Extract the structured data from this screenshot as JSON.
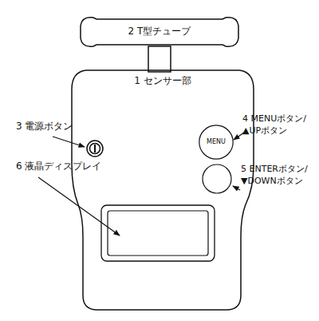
{
  "diagram": {
    "nodes": [
      {
        "text": [
          "2 T型チューブ"
        ]
      },
      {
        "text": [
          "1 センサー部"
        ]
      },
      {
        "text": [
          "MENU"
        ],
        "in": 1
      }
    ],
    "labels": [
      "3 電源ボタン",
      "4 MENUボタン/ ▲UPボタン",
      "5 ENTERボタン/ ▼DOWNボタン",
      "6 液晶ディスプレイ"
    ]
  }
}
